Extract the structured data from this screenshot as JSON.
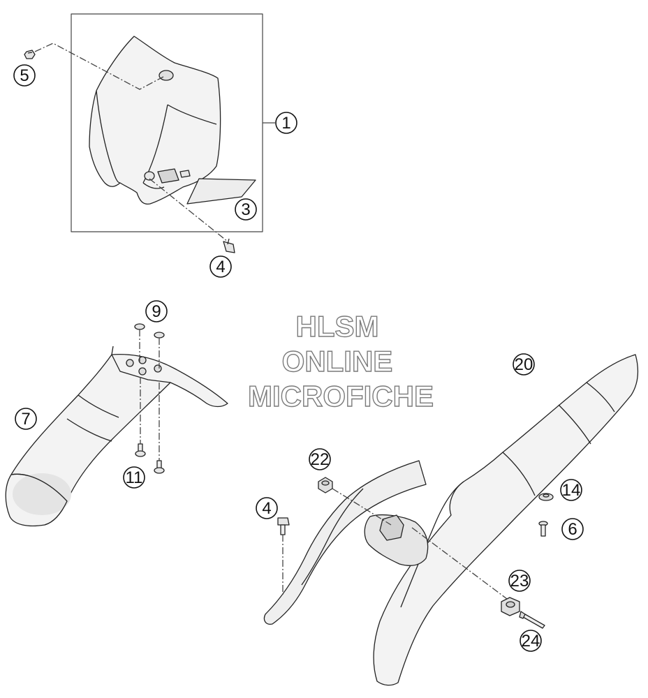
{
  "watermark": {
    "line1": "HLSM",
    "line2": "ONLINE",
    "line3": "MICROFICHE"
  },
  "callouts": [
    {
      "id": "c1",
      "num": "1"
    },
    {
      "id": "c3",
      "num": "3"
    },
    {
      "id": "c4a",
      "num": "4"
    },
    {
      "id": "c5",
      "num": "5"
    },
    {
      "id": "c9",
      "num": "9"
    },
    {
      "id": "c7",
      "num": "7"
    },
    {
      "id": "c11",
      "num": "11"
    },
    {
      "id": "c20",
      "num": "20"
    },
    {
      "id": "c22",
      "num": "22"
    },
    {
      "id": "c4b",
      "num": "4"
    },
    {
      "id": "c14",
      "num": "14"
    },
    {
      "id": "c6",
      "num": "6"
    },
    {
      "id": "c23",
      "num": "23"
    },
    {
      "id": "c24",
      "num": "24"
    }
  ],
  "colors": {
    "line": "#222222",
    "fill_light": "#f2f2f2",
    "fill_mid": "#e3e3e3",
    "fill_dark": "#cfcfcf",
    "watermark_stroke": "#7a7a7a"
  }
}
